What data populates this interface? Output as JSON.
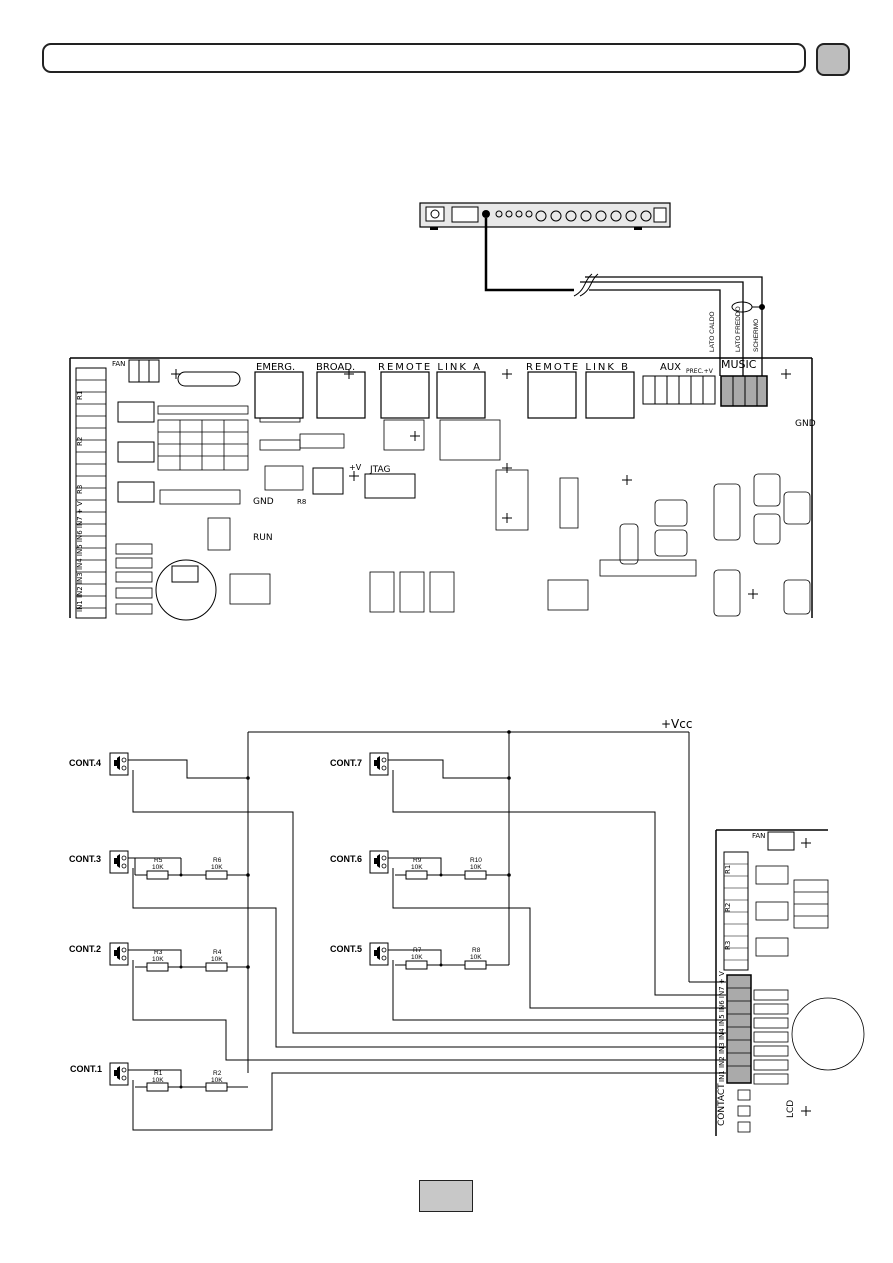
{
  "page": {
    "header_bar": "",
    "header_tab": "",
    "page_number_box": ""
  },
  "top_figure": {
    "device_name": "",
    "cable_labels": [
      "LATO CALDO",
      "LATO FREDDO",
      "SCHERMO"
    ],
    "board_labels": {
      "fan": "FAN",
      "emerg": "EMERG.",
      "broad": "BROAD.",
      "remote_a": "REMOTE LINK A",
      "remote_b": "REMOTE LINK B",
      "aux": "AUX",
      "music": "MUSIC",
      "prec": "PREC.+V",
      "jtag": "JTAG",
      "run": "RUN",
      "gnd": "GND",
      "plus_v": "+V",
      "r8": "R8",
      "gnd_right": "GND",
      "lcd_side": "IN1 IN2 IN3 IN4 IN5 IN6 IN7 + V",
      "r1": "R1",
      "r2": "R2",
      "r3": "R3"
    }
  },
  "bottom_figure": {
    "vcc": "+Vcc",
    "contacts": [
      "CONT.1",
      "CONT.2",
      "CONT.3",
      "CONT.4",
      "CONT.5",
      "CONT.6",
      "CONT.7"
    ],
    "resistors": [
      {
        "name": "R1",
        "value": "10K"
      },
      {
        "name": "R2",
        "value": "10K"
      },
      {
        "name": "R3",
        "value": "10K"
      },
      {
        "name": "R4",
        "value": "10K"
      },
      {
        "name": "R5",
        "value": "10K"
      },
      {
        "name": "R6",
        "value": "10K"
      },
      {
        "name": "R7",
        "value": "10K"
      },
      {
        "name": "R8",
        "value": "10K"
      },
      {
        "name": "R9",
        "value": "10K"
      },
      {
        "name": "R10",
        "value": "10K"
      }
    ],
    "board_labels": {
      "fan": "FAN",
      "contact": "CONTACT",
      "lcd": "LCD",
      "inputs": "IN1 IN2 IN3 IN4 IN5 IN6 IN7 + V",
      "r1": "R1",
      "r2": "R2",
      "r3": "R3"
    }
  }
}
